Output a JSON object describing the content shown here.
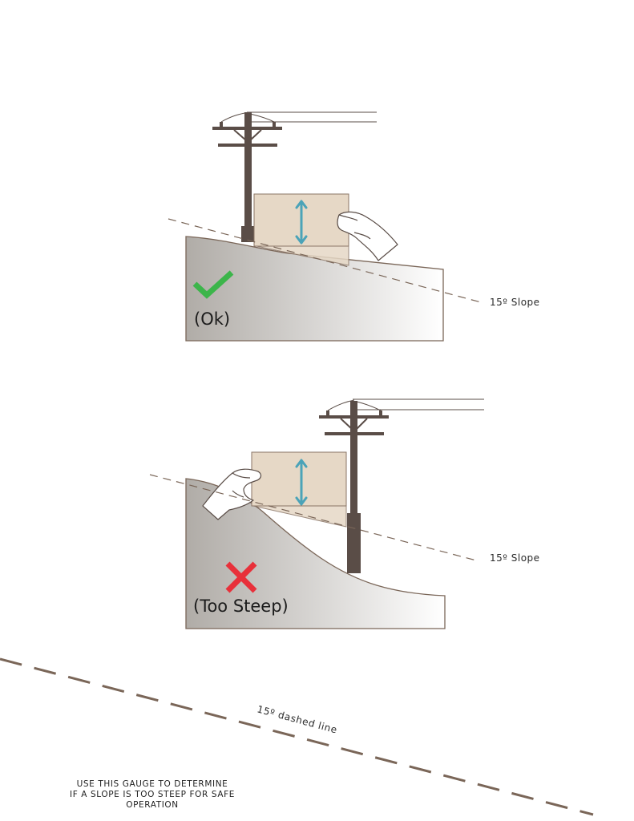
{
  "colors": {
    "ground_dark": "#b0aca7",
    "ground_light": "#ffffff",
    "ground_outline": "#7a6658",
    "pole": "#5a4d47",
    "board_fill": "#e6d8c6",
    "board_outline": "#8a7566",
    "arrow": "#4ba3b8",
    "check": "#3cb54a",
    "cross": "#e8303a",
    "dash": "#7a6658"
  },
  "icons": {
    "ok": "check-icon",
    "bad": "cross-icon",
    "measure": "double-arrow-icon",
    "hand": "hand-icon"
  },
  "panel_ok": {
    "slope_label": "15º Slope",
    "status_label": "(Ok)"
  },
  "panel_steep": {
    "slope_label": "15º Slope",
    "status_label": "(Too Steep)"
  },
  "gauge": {
    "label": "15º dashed line"
  },
  "instructions": {
    "line1": "USE THIS GAUGE TO DETERMINE",
    "line2": "IF A SLOPE IS TOO STEEP FOR SAFE OPERATION"
  }
}
